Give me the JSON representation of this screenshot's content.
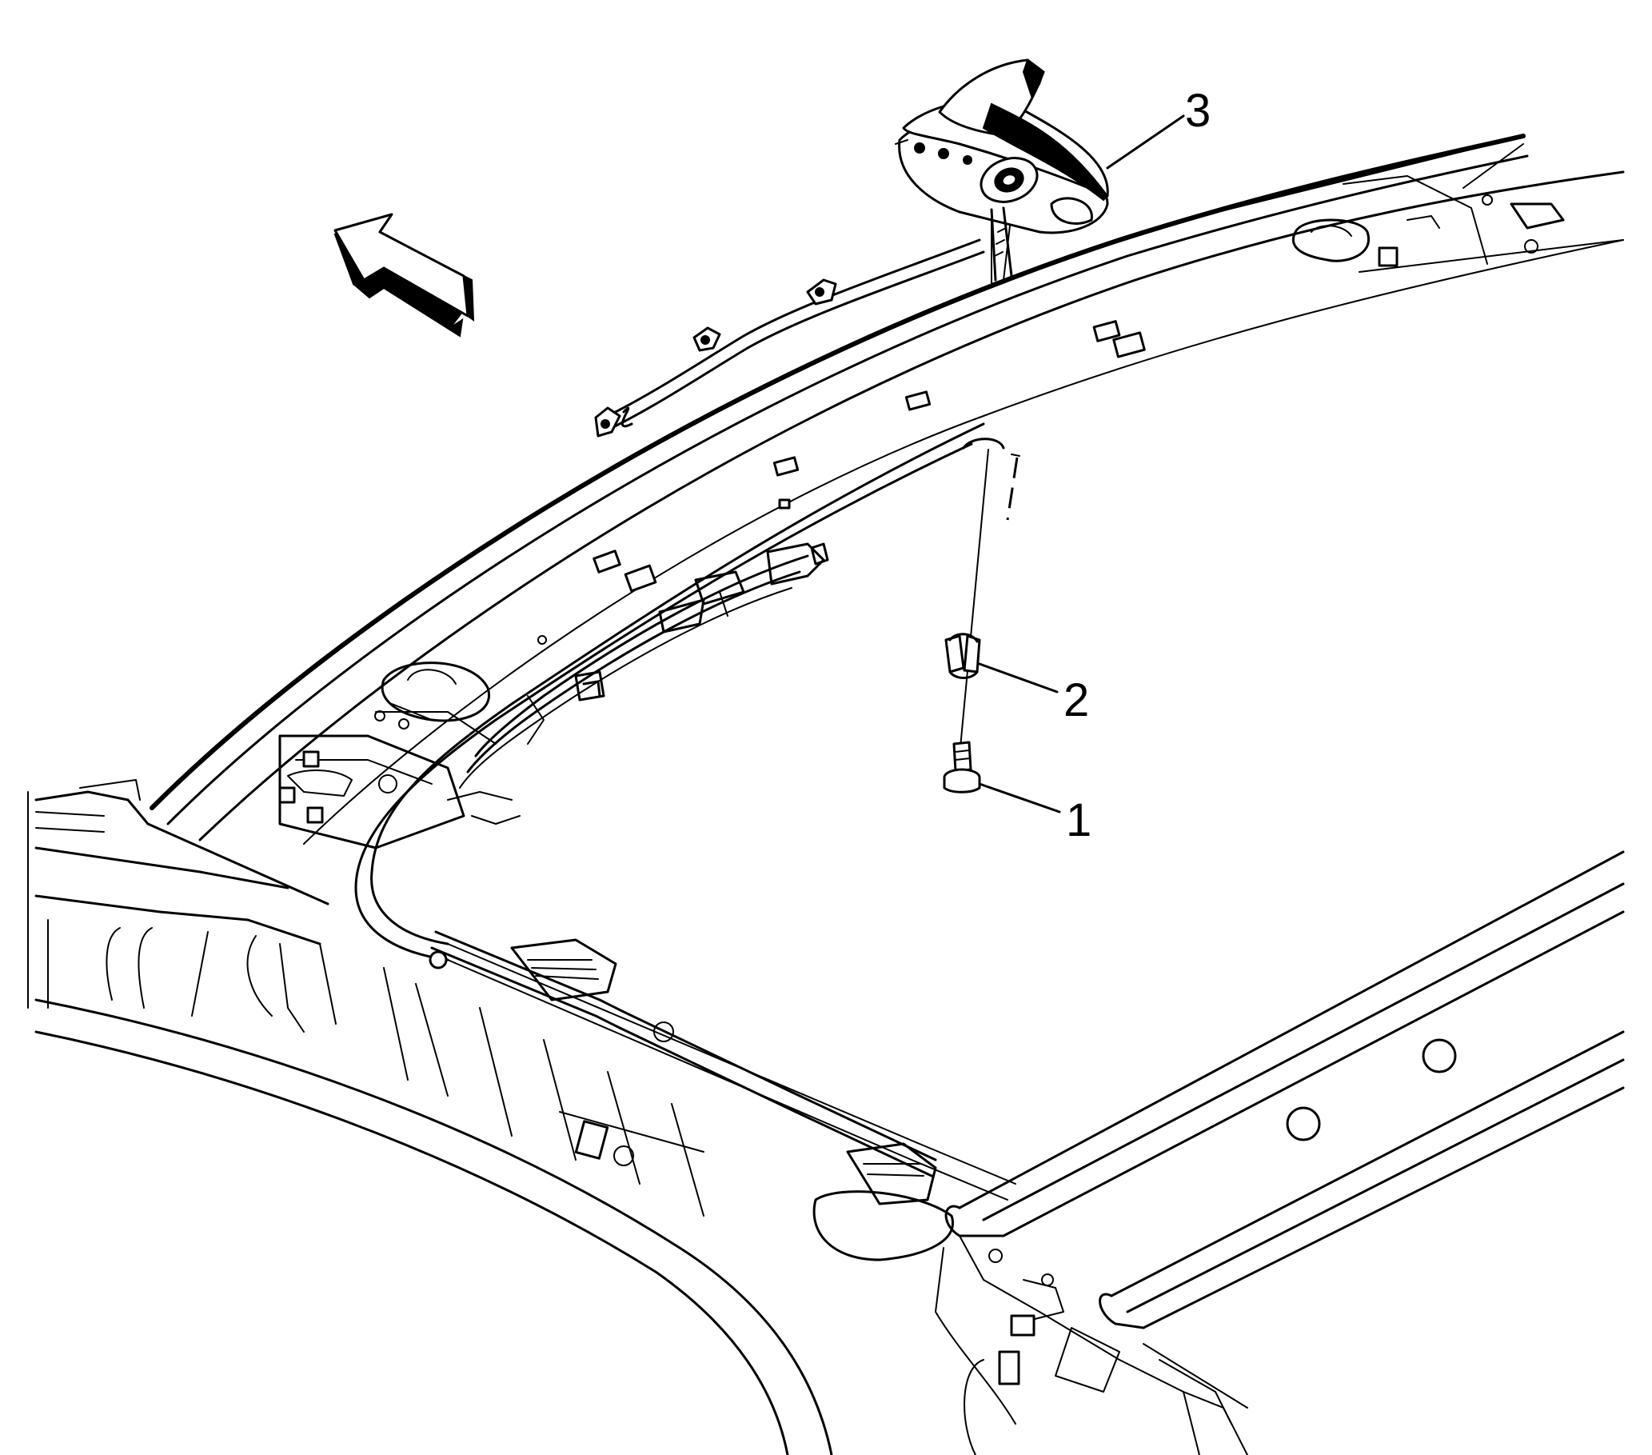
{
  "diagram": {
    "callouts": [
      {
        "id": "1",
        "label": "1"
      },
      {
        "id": "2",
        "label": "2"
      },
      {
        "id": "3",
        "label": "3"
      }
    ],
    "icons": {
      "direction_arrow": "front-direction-arrow-icon"
    },
    "colors": {
      "line": "#000000",
      "background": "#ffffff"
    }
  }
}
